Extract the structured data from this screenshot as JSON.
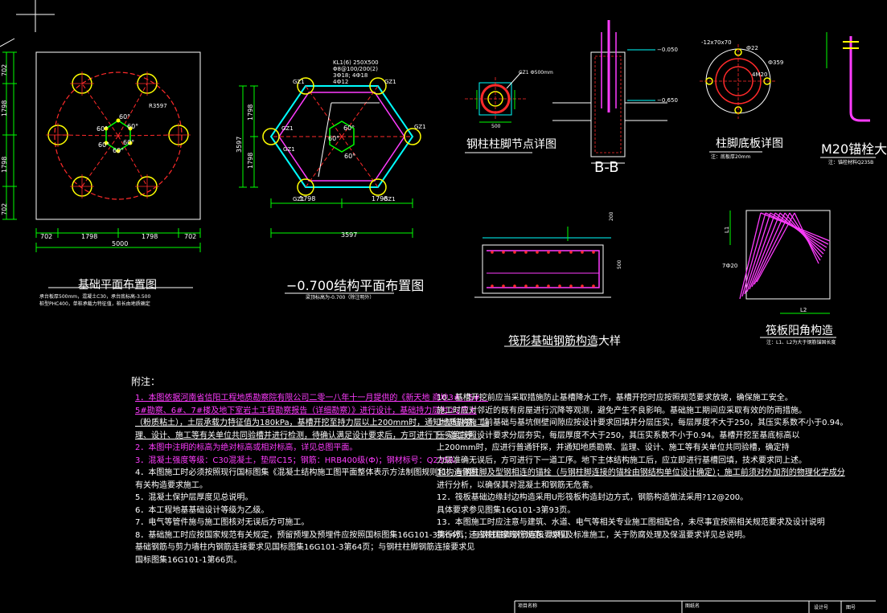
{
  "colors": {
    "bg": "#000000",
    "white": "#ffffff",
    "yellow": "#ffff00",
    "red": "#ff2a2a",
    "green": "#00ff00",
    "cyan": "#00ffff",
    "magenta": "#ff3cff",
    "blue": "#4aa8ff"
  },
  "foundation_plan": {
    "dims_bottom": [
      "702",
      "1798",
      "1798",
      "702"
    ],
    "total_width": "5000",
    "dims_left": [
      "702",
      "1798",
      "1798",
      "702"
    ],
    "angles": [
      "60°",
      "60°",
      "60°",
      "60°",
      "60°",
      "60°"
    ],
    "radius_label": "R3597",
    "title": "基础平面布置图",
    "note1": "承台板厚500mm，混凝土C30，承台底标高-3.500",
    "note2": "桩型PHC400，单桩承载力特征值，桩长由地质确定"
  },
  "structure_plan": {
    "kl_label_1": "KL1(6) 250X500",
    "kl_label_2": "Φ8@100/200(2)",
    "kl_label_3": "3Ф18; 4Ф18",
    "kl_label_4": "4Ф12",
    "col_label": "GZ1",
    "angles": [
      "60°",
      "60°",
      "60°"
    ],
    "dims_bottom": [
      "1798",
      "1798"
    ],
    "dim_total": "3597",
    "dim_left_total": "3597",
    "dims_left": [
      "1798",
      "1798"
    ],
    "title": "−0.700结构平面布置图",
    "note": "梁顶标高为-0.700（除注明外）"
  },
  "column_foot": {
    "title": "钢柱柱脚节点详图",
    "label_top": "GZ1 Ф500mm",
    "section_title": "B-B",
    "elev_1": "−0.050",
    "elev_2": "−0.650",
    "dim": "500"
  },
  "base_plate": {
    "title": "柱脚底板详图",
    "note": "注：底板厚20mm",
    "labels": [
      "-12x70x70",
      "Ф22",
      "4M20",
      "Ф359"
    ]
  },
  "anchor": {
    "title": "M20锚栓大",
    "note": "注：锚栓材料Q235B"
  },
  "raft": {
    "title": "筏形基础钢筋构造大样",
    "dim_top": "200",
    "dim_side": "500"
  },
  "corner": {
    "title": "筏板阳角构造",
    "note": "注：L1、L2为大于钢筋锚固长度",
    "label_l1": "L1",
    "label_l2": "L2",
    "bar": "7Ф20"
  },
  "notes_title": "附注：",
  "notes_left": [
    {
      "text": "1．本图依据河南省信阳工程地质勘察院有限公司二零一八年十一月提供的《新天地 商地3#、5#、",
      "style": "mag ul"
    },
    {
      "text": "5#勘察、6#、7#楼及地下室岩土工程勘察报告（详细勘察）》进行设计，基础持力层为②2层土",
      "style": "mag ul"
    },
    {
      "text": "（粉质粘土），土层承载力特征值为180kPa，基槽开挖至持力层以上200mm时，通知地质勘察、监",
      "style": "ul"
    },
    {
      "text": "理、设计、施工等有关单位共同验槽并进行检测，待确认满足设计要求后，方可进行下一道工序。",
      "style": "ul"
    },
    {
      "text": "2．本图中注明的标高为绝对标高或相对标高，详见总图平面。",
      "style": "mag"
    },
    {
      "text": "3．混凝土强度等级：C30混凝土，垫层C15；钢筋：HRB400级(Ф)；钢材标号：Q235B。",
      "style": "mag"
    },
    {
      "text": "4．本图施工时必须按照现行国标图集《混凝土结构施工图平面整体表示方法制图规则和构造详图",
      "style": ""
    },
    {
      "text": "   有关构造要求施工。",
      "style": ""
    },
    {
      "text": "5．混凝土保护层厚度见总说明。",
      "style": ""
    },
    {
      "text": "6．本工程地基基础设计等级为乙级。",
      "style": ""
    },
    {
      "text": "7．电气等管件施与施工图核对无误后方可施工。",
      "style": ""
    },
    {
      "text": "8．基础施工时应按国家规范有关规定，预留预埋及预埋件应按照国标图集16G101-3第64页；与钢柱柱脚钢筋连接要求见",
      "style": ""
    },
    {
      "text": "   基础钢筋与剪力墙柱内钢筋连接要求见国标图集16G101-3第64页；与钢柱柱脚钢筋连接要求见",
      "style": ""
    },
    {
      "text": "   国标图集16G101-1第66页。",
      "style": ""
    }
  ],
  "notes_right": [
    {
      "text": "10．基槽开挖前应当采取措施防止基槽降水工作，基槽开挖时应按照规范要求放坡，确保施工安全。",
      "style": ""
    },
    {
      "text": "施工时应对邻近的既有房屋进行沉降等观测，避免产生不良影响。基础施工期间应采取有效的防雨措施。",
      "style": ""
    },
    {
      "text": "上部结构施工前基础与基坑侧壁间隙应按设计要求回填并分层压实，每层厚度不大于250，其压实系数不小于0.94。",
      "style": ""
    },
    {
      "text": "压实度按照设计要求分层夯实，每层厚度不大于250，其压实系数不小于0.94。基槽开挖至基底标高以",
      "style": ""
    },
    {
      "text": "上200mm时，应进行普通钎探，并通知地质勘察、监理、设计、施工等有关单位共同验槽，确定持",
      "style": ""
    },
    {
      "text": "力层准确无误后，方可进行下一道工序。地下主体结构施工后，应立即进行基槽回填，技术要求同上述。",
      "style": ""
    },
    {
      "text": "11．与钢柱脚及型钢相连的锚栓（与钢柱脚连接的锚栓由钢结构单位设计确定）；施工前须对外加剂的物理化学成分",
      "style": "ul"
    },
    {
      "text": "进行分析，以确保其对混凝土和钢筋无危害。",
      "style": ""
    },
    {
      "text": "12．筏板基础边缘封边构造采用U形筏板构造封边方式，钢筋构造做法采用?12@200。",
      "style": ""
    },
    {
      "text": "具体要求参见图集16G101-3第93页。",
      "style": ""
    },
    {
      "text": "13．本图施工时应注意与建筑、水道、电气等相关专业施工图相配合，未尽事宜按照相关规范要求及设计说明",
      "style": ""
    },
    {
      "text": "执行外，还应按国家现行规范、规程及标准施工，关于防腐处理及保温要求详见总说明。",
      "style": ""
    }
  ],
  "title_block": {
    "a": "项目名称",
    "b": "图纸名",
    "c": "设计号",
    "d": "图号"
  }
}
